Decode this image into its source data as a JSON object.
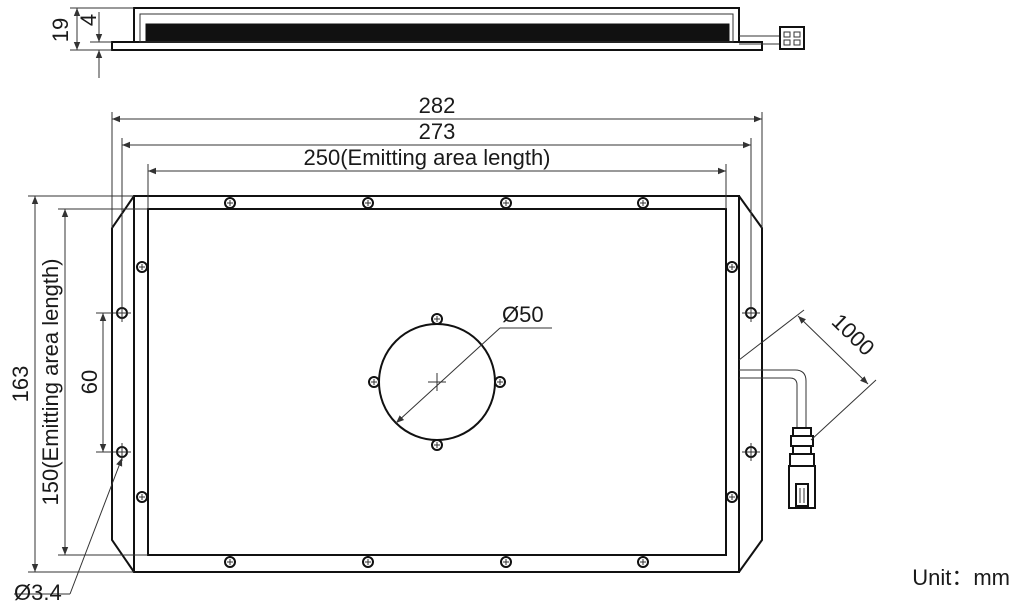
{
  "dimensions": {
    "side_total_height": "19",
    "side_thickness": "4",
    "width_overall": "282",
    "width_inner": "273",
    "width_emitting": "250(Emitting area length)",
    "height_overall": "163",
    "height_emitting": "150(Emitting area length)",
    "hole_spacing": "60",
    "hole_diameter": "Ø3.4",
    "center_hole_diameter": "Ø50",
    "cable_length": "1000"
  },
  "unit_label": "Unit：mm"
}
